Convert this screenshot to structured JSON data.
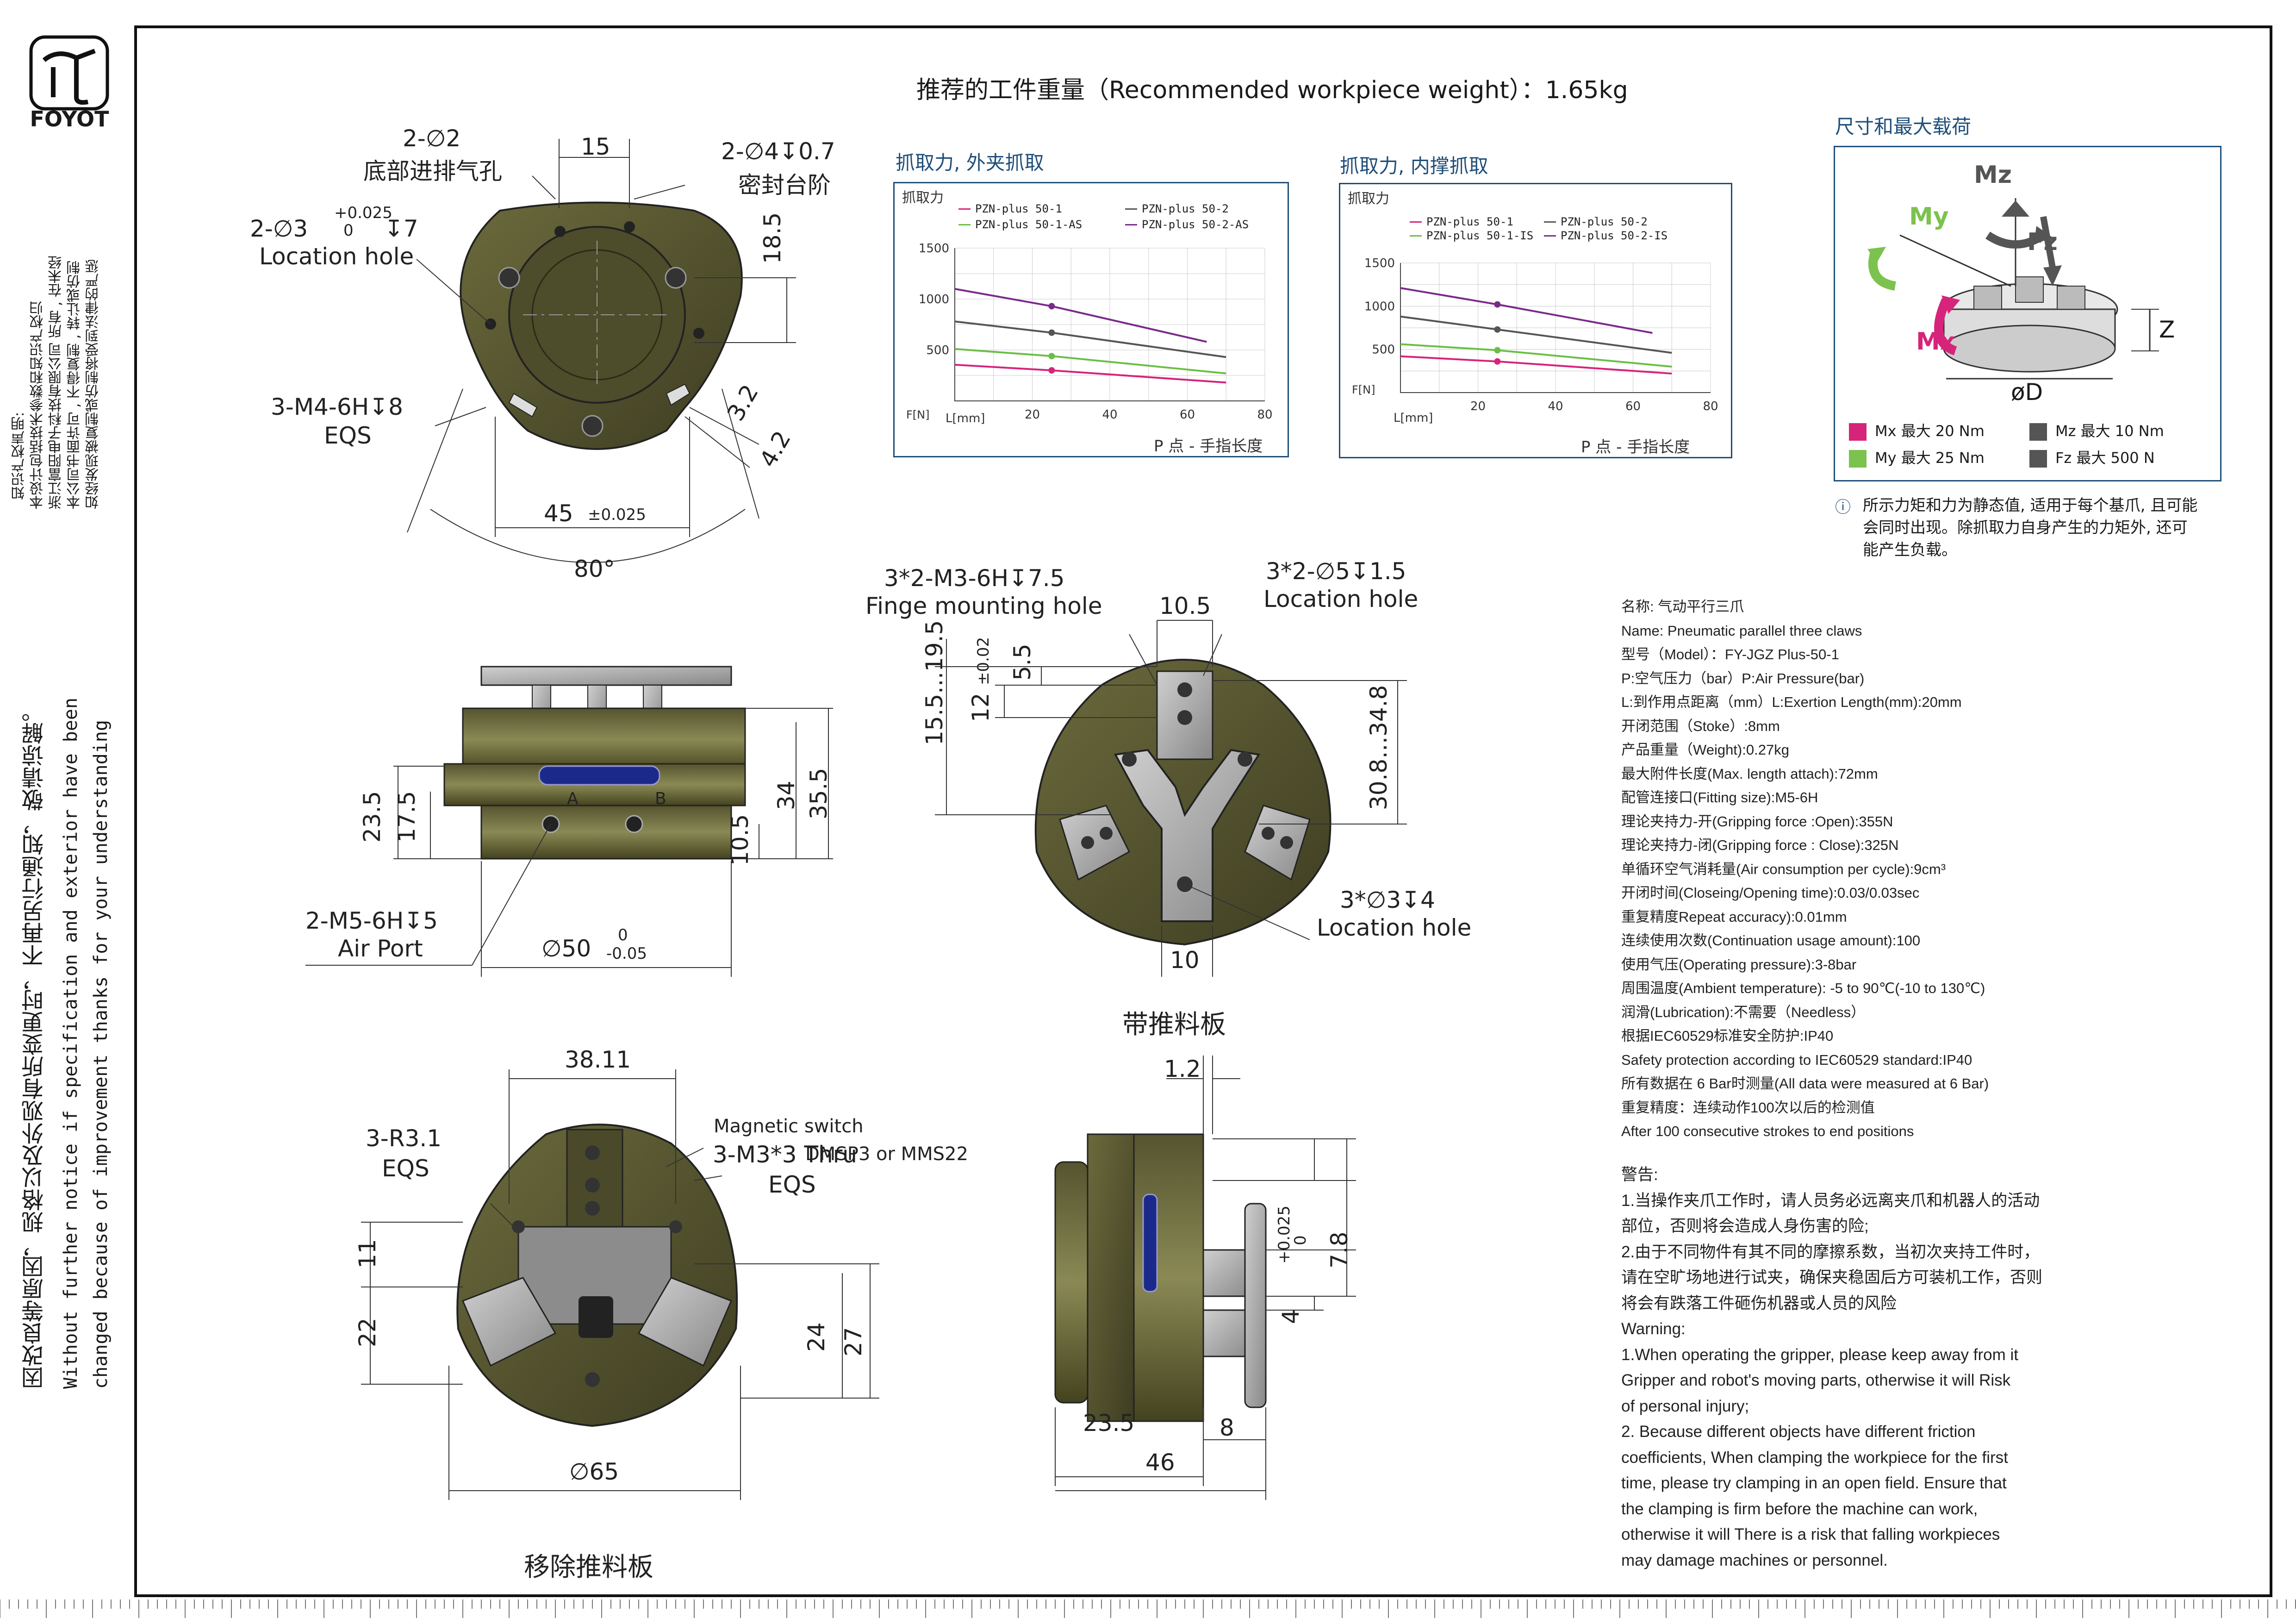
{
  "brand": {
    "name": "FOYOT"
  },
  "side_notes": {
    "ip_line1": "知识产权声明:",
    "ip_line2": "本设计包括技术参数和知识产权归",
    "ip_line3": "浙江富阳电子科技有限公司 所有 , 在未经",
    "ip_line4": "本公司书面许可 , 不得复制 , 转让或仿制",
    "ip_line5": "如经发现被复制或仿制将受到法律的严惩",
    "notice_cn": "因改良等原因，规格以及外观有所变更时，不再另行通知，敬请谅解。",
    "notice_en1": "Without further  notice if specification and exterior have been",
    "notice_en2": "changed because of improvement thanks for your understanding"
  },
  "header": {
    "title": "推荐的工件重量（Recommended workpiece weight）：1.65kg"
  },
  "charts": [
    {
      "title": "抓取力, 外夹抓取",
      "ylabel": "抓取力",
      "xlabel": "P 点 - 手指长度",
      "y_unit": "F[N]",
      "x_unit": "L[mm]",
      "yticks": [
        "1500",
        "1000",
        "500"
      ],
      "xticks": [
        "20",
        "40",
        "60",
        "80"
      ],
      "legend": [
        "PZN-plus 50-1",
        "PZN-plus 50-2",
        "PZN-plus 50-1-AS",
        "PZN-plus 50-2-AS"
      ]
    },
    {
      "title": "抓取力, 内撑抓取",
      "ylabel": "抓取力",
      "xlabel": "P 点 - 手指长度",
      "y_unit": "F[N]",
      "x_unit": "L[mm]",
      "yticks": [
        "1500",
        "1000",
        "500"
      ],
      "xticks": [
        "20",
        "40",
        "60",
        "80"
      ],
      "legend": [
        "PZN-plus 50-1",
        "PZN-plus 50-2",
        "PZN-plus 50-1-IS",
        "PZN-plus 50-2-IS"
      ]
    }
  ],
  "chart_data": [
    {
      "type": "line",
      "title": "抓取力, 外夹抓取",
      "xlabel": "L[mm]",
      "ylabel": "F[N]",
      "xlim": [
        0,
        80
      ],
      "ylim": [
        0,
        1500
      ],
      "series": [
        {
          "name": "PZN-plus 50-1",
          "color": "#d6247a",
          "x": [
            0,
            25,
            70
          ],
          "y": [
            355,
            300,
            180
          ]
        },
        {
          "name": "PZN-plus 50-2",
          "color": "#555555",
          "x": [
            0,
            25,
            70
          ],
          "y": [
            780,
            670,
            430
          ]
        },
        {
          "name": "PZN-plus 50-1-AS",
          "color": "#6abf45",
          "x": [
            0,
            25,
            70
          ],
          "y": [
            510,
            440,
            270
          ]
        },
        {
          "name": "PZN-plus 50-2-AS",
          "color": "#7a2a8a",
          "x": [
            0,
            25,
            65
          ],
          "y": [
            1100,
            930,
            580
          ]
        }
      ]
    },
    {
      "type": "line",
      "title": "抓取力, 内撑抓取",
      "xlabel": "L[mm]",
      "ylabel": "F[N]",
      "xlim": [
        0,
        80
      ],
      "ylim": [
        0,
        1500
      ],
      "series": [
        {
          "name": "PZN-plus 50-1",
          "color": "#d6247a",
          "x": [
            0,
            25,
            70
          ],
          "y": [
            420,
            360,
            220
          ]
        },
        {
          "name": "PZN-plus 50-2",
          "color": "#555555",
          "x": [
            0,
            25,
            70
          ],
          "y": [
            880,
            730,
            460
          ]
        },
        {
          "name": "PZN-plus 50-1-IS",
          "color": "#6abf45",
          "x": [
            0,
            25,
            70
          ],
          "y": [
            560,
            490,
            300
          ]
        },
        {
          "name": "PZN-plus 50-2-IS",
          "color": "#7a2a8a",
          "x": [
            0,
            25,
            65
          ],
          "y": [
            1210,
            1020,
            690
          ]
        }
      ]
    }
  ],
  "loads": {
    "title": "尺寸和最大载荷",
    "mx": "Mx  最大 20 Nm",
    "mz": "Mz  最大 10 Nm",
    "my": "My  最大 25 Nm",
    "fz": "Fz  最大 500 N",
    "colors": {
      "mx": "#d6247a",
      "my": "#7cc24e",
      "mz": "#555555",
      "fz": "#555555"
    },
    "note1": "所示力矩和力为静态值, 适用于每个基爪, 且可能",
    "note2": "会同时出现。除抓取力自身产生的力矩外, 还可",
    "note3": "能产生负载。",
    "diagram_labels": {
      "mz": "Mz",
      "my": "My",
      "fz": "Fz",
      "mx": "Mx",
      "z": "Z",
      "d": "øD"
    }
  },
  "specs": [
    "名称: 气动平行三爪",
    "Name: Pneumatic parallel three claws",
    "型号（Model）：FY-JGZ Plus-50-1",
    "P:空气压力（bar）P:Air Pressure(bar)",
    "L:到作用点距离（mm）L:Exertion Length(mm):20mm",
    "开闭范围（Stoke）:8mm",
    "产品重量（Weight):0.27kg",
    "最大附件长度(Max. length attach):72mm",
    "配管连接口(Fitting size):M5-6H",
    "理论夹持力-开(Gripping force :Open):355N",
    "理论夹持力-闭(Gripping force : Close):325N",
    "单循环空气消耗量(Air consumption per cycle):9cm³",
    "开闭时间(Closeing/Opening time):0.03/0.03sec",
    "重复精度Repeat accuracy):0.01mm",
    "连续使用次数(Continuation usage amount):100",
    "使用气压(Operating pressure):3-8bar",
    "周围温度(Ambient temperature):  -5 to 90℃(-10 to 130℃)",
    "润滑(Lubrication):不需要（Needless）",
    "根据IEC60529标准安全防护:IP40",
    "Safety protection according to IEC60529 standard:IP40",
    "所有数据在  6 Bar时测量(All data were measured at   6 Bar)",
    "重复精度：连续动作100次以后的检测值",
    "After 100 consecutive strokes to end positions"
  ],
  "warnings": [
    "警告:",
    "1.当操作夹爪工作时，请人员务必远离夹爪和机器人的活动",
    "部位，否则将会造成人身伤害的险;",
    "2.由于不同物件有其不同的摩擦系数，当初次夹持工件时，",
    "请在空旷场地进行试夹，确保夹稳固后方可装机工作，否则",
    "将会有跌落工件砸伤机器或人员的风险",
    "Warning:",
    "1.When operating the gripper, please keep away from it",
    "Gripper and robot's moving parts, otherwise it will Risk",
    "of personal injury;",
    "2. Because different objects have different friction",
    "coefficients, When clamping the workpiece for the first",
    "time, please try clamping in an open field. Ensure that",
    "the clamping is firm before the machine can work,",
    "otherwise it will There is a risk that falling workpieces",
    "may damage machines or personnel."
  ],
  "captions": {
    "with_plate": "带推料板",
    "without_plate": "移除推料板"
  },
  "dims": {
    "top_view": {
      "d1": "2-∅2",
      "d1b": "底部进排气孔",
      "d2": "15",
      "d3": "2-∅4↧0.7",
      "d3b": "密封台阶",
      "d4": "2-∅3",
      "d4tol_up": "+0.025",
      "d4tol_dn": "0",
      "d4c": "↧7",
      "d4b": "Location hole",
      "d5": "18.5",
      "d6": "3-M4-6H↧8",
      "d6b": "EQS",
      "d7": "3.2",
      "d8": "4.2",
      "d9": "45",
      "d9tol": "±0.025",
      "d10": "80°"
    },
    "side_view": {
      "h1": "23.5",
      "h2": "17.5",
      "h3": "34",
      "h4": "35.5",
      "h5": "10.5",
      "port": "2-M5-6H↧5",
      "portb": "Air Port",
      "dia": "∅50",
      "diatol_up": "0",
      "diatol_dn": "-0.05",
      "label_a": "A",
      "label_b": "B"
    },
    "front_view": {
      "a1": "3*2-M3-6H↧7.5",
      "a1b": "Finge mounting hole",
      "a2": "10.5",
      "a3": "3*2-∅5↧1.5",
      "a3b": "Location hole",
      "a4": "15.5...19.5",
      "a5": "12",
      "a5tol": "±0.02",
      "a6": "5.5",
      "a7": "30.8...34.8",
      "a8": "3*∅3↧4",
      "a8b": "Location hole",
      "a9": "10"
    },
    "bottom_view": {
      "b1": "38.11",
      "b2": "3-R3.1",
      "b2b": "EQS",
      "b3": "Magnetic switch",
      "b3b": "3-M3*3 Thru",
      "b3c": "DMSP3 or MMS22",
      "b3d": "EQS",
      "b4": "11",
      "b5": "22",
      "b6": "24",
      "b7": "27",
      "b8": "∅65"
    },
    "profile_view": {
      "p1": "1.2",
      "p2": "+0.025",
      "p2b": "0",
      "p3": "7.8",
      "p4": "4",
      "p5": "23.5",
      "p6": "8",
      "p7": "46"
    }
  }
}
